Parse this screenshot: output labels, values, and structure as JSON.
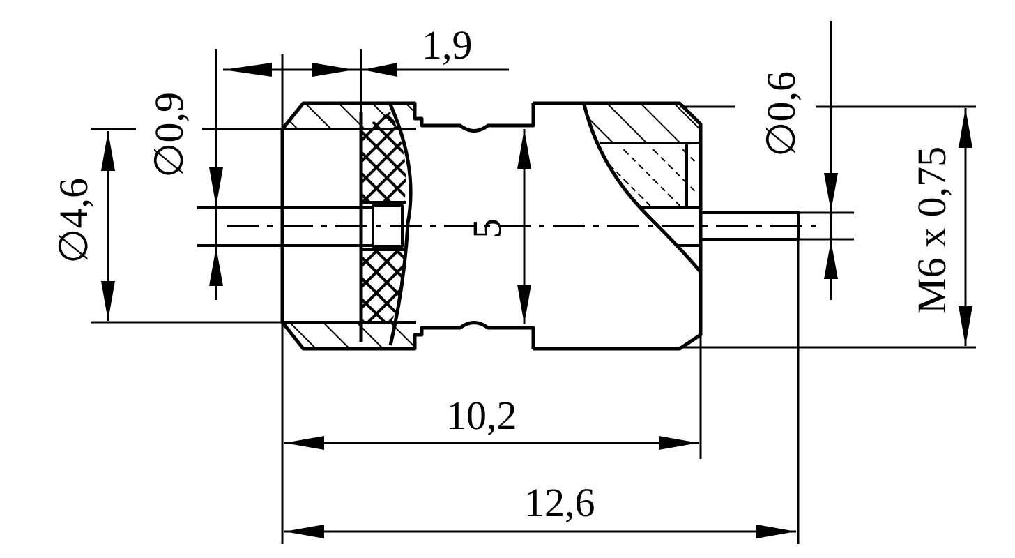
{
  "drawing": {
    "labels": {
      "dim_top": "1,9",
      "dim_left_small": "∅0,9",
      "dim_left_large": "∅4,6",
      "dim_center": "5",
      "dim_right_small": "∅0,6",
      "dim_thread": "M6 x 0,75",
      "dim_bottom_inner": "10,2",
      "dim_bottom_outer": "12,6"
    },
    "colors": {
      "ink": "#000000",
      "paper": "#ffffff"
    }
  }
}
